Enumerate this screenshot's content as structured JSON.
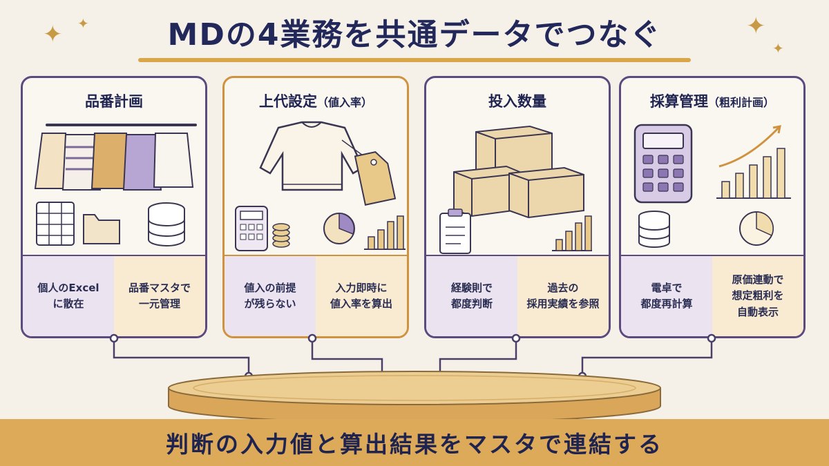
{
  "title": "MDの4業務を共通データでつなぐ",
  "cards": [
    {
      "title": "品番計画",
      "subtitle": "",
      "before": "個人のExcel\nに散在",
      "after": "品番マスタで\n一元管理"
    },
    {
      "title": "上代設定",
      "subtitle": "（値入率）",
      "before": "値入の前提\nが残らない",
      "after": "入力即時に\n値入率を算出"
    },
    {
      "title": "投入数量",
      "subtitle": "",
      "before": "経験則で\n都度判断",
      "after": "過去の\n採用実績を参照"
    },
    {
      "title": "採算管理",
      "subtitle": "（粗利計画）",
      "before": "電卓で\n都度再計算",
      "after": "原価連動で\n想定粗利を\n自動表示"
    }
  ],
  "footer": "判断の入力値と算出結果をマスタで連結する",
  "icons": [
    "clothes-rack-icon",
    "spreadsheet-icon",
    "folder-icon",
    "database-icon",
    "sweater-icon",
    "price-tag-icon",
    "calculator-icon",
    "coins-icon",
    "pie-chart-icon",
    "bar-chart-icon",
    "boxes-icon",
    "clipboard-icon",
    "rising-bar-chart-icon",
    "sparkle-icon"
  ],
  "colors": {
    "navy": "#23285a",
    "purple_border": "#5b4a7e",
    "gold": "#cf9340",
    "banner": "#dcaa58",
    "lavender": "#ece3f1",
    "cream": "#f9ebd2"
  }
}
